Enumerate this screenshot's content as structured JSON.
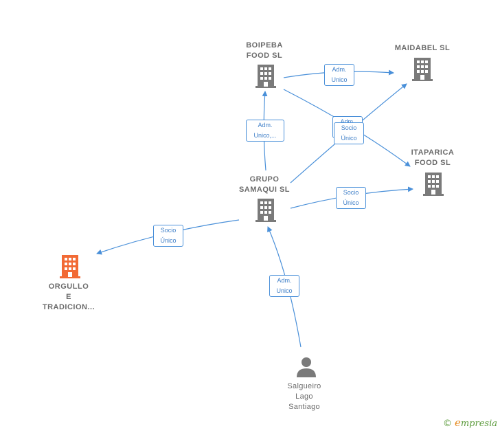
{
  "nodes": {
    "boipeba": {
      "label": "BOIPEBA\nFOOD  SL",
      "color": "#7a7a7a"
    },
    "maidabel": {
      "label": "MAIDABEL  SL",
      "color": "#7a7a7a"
    },
    "itaparica": {
      "label": "ITAPARICA\nFOOD  SL",
      "color": "#7a7a7a"
    },
    "grupo": {
      "label": "GRUPO\nSAMAQUI  SL",
      "color": "#7a7a7a"
    },
    "orgullo": {
      "label": "ORGULLO\nE\nTRADICION...",
      "color": "#f26a35"
    },
    "person": {
      "label": "Salgueiro\nLago\nSantiago",
      "color": "#7a7a7a"
    }
  },
  "edges": {
    "boipeba_maidabel": "Adm.\nUnico",
    "grupo_boipeba": "Adm.\nUnico,...",
    "boipeba_itaparica_hidden": "Adm.\nUnico",
    "grupo_maidabel": "Socio\nÚnico",
    "grupo_itaparica": "Socio\nÚnico",
    "grupo_orgullo": "Socio\nÚnico",
    "person_grupo": "Adm.\nUnico"
  },
  "colors": {
    "edge": "#4a90d9",
    "edge_label_text": "#3f7fc8",
    "company": "#7a7a7a",
    "highlight": "#f26a35"
  },
  "watermark": {
    "copyright": "©",
    "brand_initial": "e",
    "brand_rest": "mpresia"
  }
}
